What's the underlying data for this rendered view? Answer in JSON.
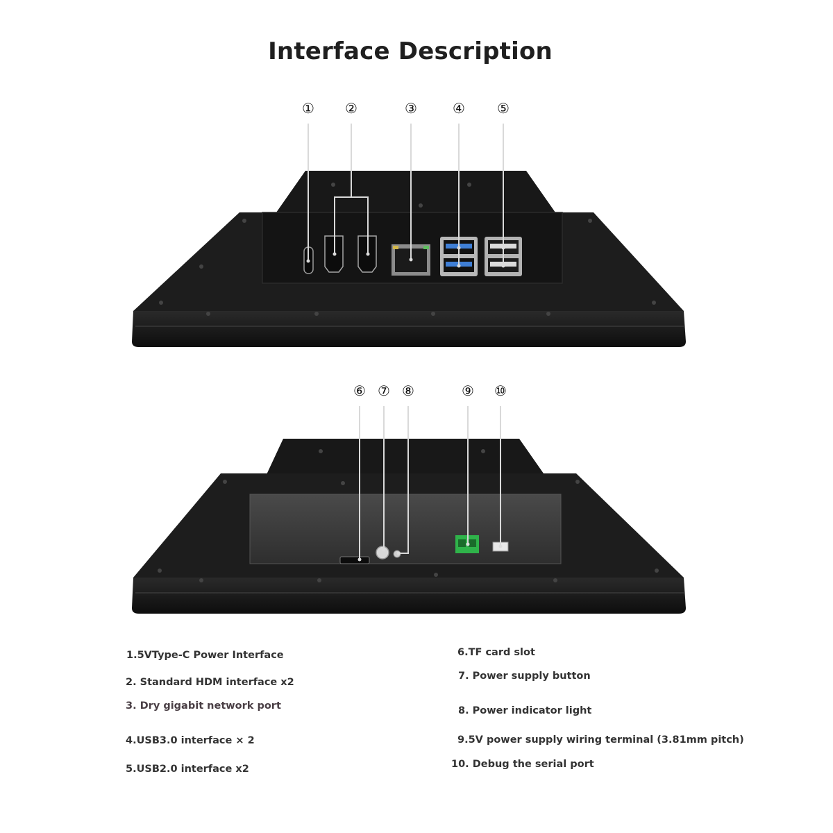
{
  "title": "Interface Description",
  "callouts": [
    {
      "num": "①"
    },
    {
      "num": "②"
    },
    {
      "num": "③"
    },
    {
      "num": "④"
    },
    {
      "num": "⑤"
    },
    {
      "num": "⑥"
    },
    {
      "num": "⑦"
    },
    {
      "num": "⑧"
    },
    {
      "num": "⑨"
    },
    {
      "num": "⑩"
    }
  ],
  "descriptions": {
    "left": [
      "1.5VType-C Power Interface",
      "2. Standard HDM interface x2",
      "3. Dry gigabit network port",
      "4.USB3.0 interface × 2",
      "5.USB2.0 interface x2"
    ],
    "right": [
      "6.TF card slot",
      "7. Power supply button",
      "8. Power indicator light",
      "9.5V power supply wiring terminal (3.81mm pitch)",
      "10. Debug the serial port"
    ]
  },
  "colors": {
    "panel": "#1b1b1b",
    "panel_edge": "#2c2c2c",
    "bracket": "#161616",
    "back_box": "#3a3a3a",
    "usb3_blue": "#3f7fd6",
    "terminal_green": "#2fb34a"
  }
}
